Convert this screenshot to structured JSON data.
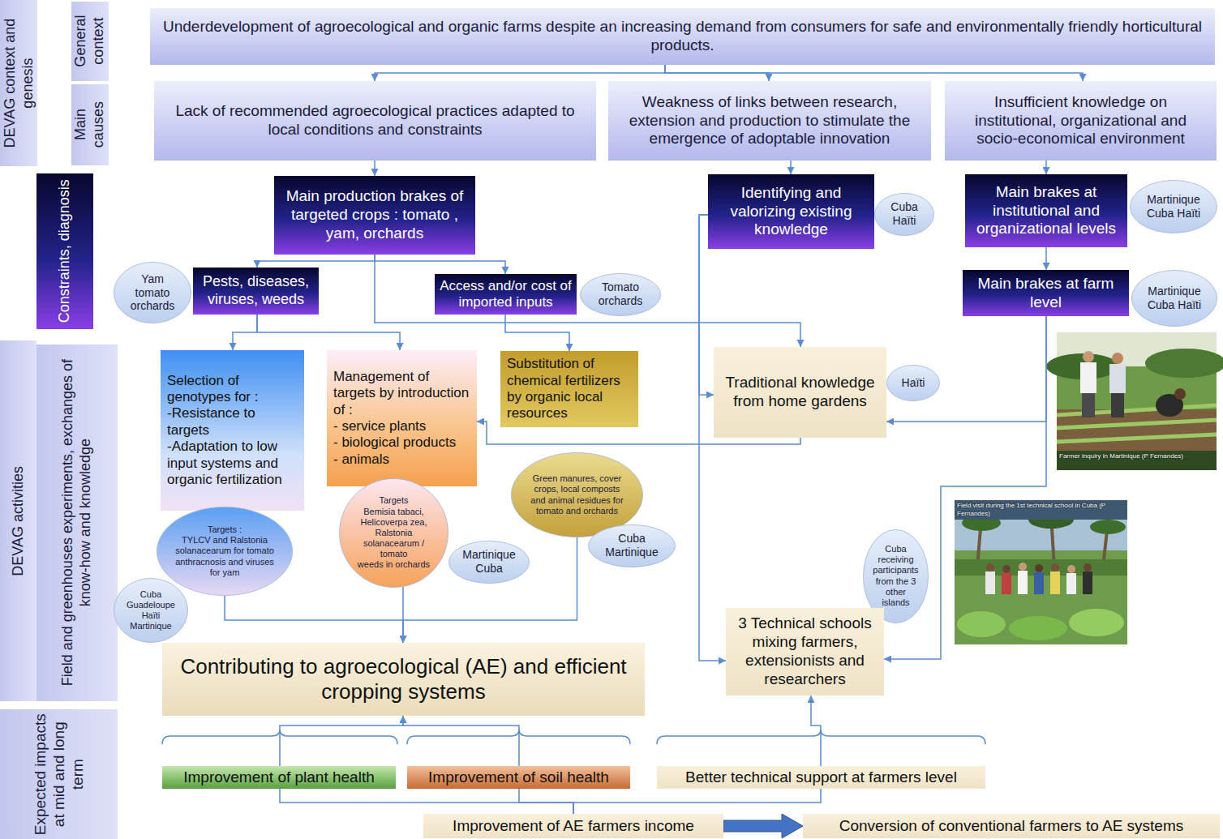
{
  "diagram": {
    "nodes": [
      {
        "text": [
          "DEVAG context and genesis"
        ]
      },
      {
        "text": [
          "General context"
        ]
      },
      {
        "text": [
          "Underdevelopment of agroecological and organic farms despite an increasing demand from consumers for safe and environmentally friendly horticultural products."
        ]
      },
      {
        "text": [
          "Main causes"
        ]
      },
      {
        "text": [
          "Lack of recommended agroecological practices adapted to local conditions and constraints"
        ]
      },
      {
        "text": [
          "Weakness of links between research, extension and production to stimulate the emergence of adoptable innovation"
        ]
      },
      {
        "text": [
          "Insufficient knowledge on institutional, organizational and socio-economical environment"
        ]
      },
      {
        "text": [
          "Constraints, diagnosis"
        ]
      },
      {
        "text": [
          "Main production brakes of targeted crops : tomato , yam, orchards"
        ]
      },
      {
        "text": [
          "Identifying and valorizing existing knowledge"
        ]
      },
      {
        "text": [
          "Cuba Haïti"
        ]
      },
      {
        "text": [
          "Main brakes at institutional and organizational levels"
        ]
      },
      {
        "text": [
          "Martinique Cuba Haïti"
        ]
      },
      {
        "text": [
          "Main brakes at farm level"
        ]
      },
      {
        "text": [
          "Martinique Cuba Haïti"
        ]
      },
      {
        "text": [
          "Yam tomato orchards"
        ]
      },
      {
        "text": [
          "Pests, diseases, viruses, weeds"
        ]
      },
      {
        "text": [
          "Access and/or cost of imported inputs"
        ]
      },
      {
        "text": [
          "Tomato orchards"
        ]
      },
      {
        "text": [
          "DEVAG activities"
        ]
      },
      {
        "text": [
          "Field and greenhouses experiments, exchanges of know-how and knowledge"
        ]
      },
      {
        "text": [
          "Selection of genotypes for :",
          "-Resistance to targets",
          "-Adaptation to low input systems and organic fertilization"
        ]
      },
      {
        "text": [
          "Management of targets by introduction of :",
          "- service plants",
          "- biological products",
          "- animals"
        ]
      },
      {
        "text": [
          "Substitution of chemical fertilizers by organic local resources"
        ]
      },
      {
        "text": [
          "Traditional knowledge from home gardens"
        ]
      },
      {
        "text": [
          "Haïti"
        ]
      },
      {
        "text": [
          "Targets :",
          "TYLCV and Ralstonia solanacearum for tomato anthracnosis and viruses for yam"
        ]
      },
      {
        "text": [
          "Targets",
          "Bemisia tabaci, Helicoverpa zea, Ralstonia solanacearum / tomato",
          "weeds in orchards"
        ]
      },
      {
        "text": [
          "Green manures, cover crops, local composts and animal residues for tomato and orchards"
        ]
      },
      {
        "text": [
          "Cuba Guadeloupe Haïti Martinique"
        ]
      },
      {
        "text": [
          "Martinique Cuba"
        ]
      },
      {
        "text": [
          "Cuba Martinique"
        ]
      },
      {
        "text": [
          "Cuba receiving participants from the 3 other islands"
        ]
      },
      {
        "text": [
          "Contributing to agroecological (AE) and efficient cropping systems"
        ]
      },
      {
        "text": [
          "3 Technical schools mixing farmers, extensionists and researchers"
        ]
      },
      {
        "text": [
          "Expected impacts at mid and long term"
        ]
      },
      {
        "text": [
          "Improvement of plant health"
        ]
      },
      {
        "text": [
          "Improvement of soil health"
        ]
      },
      {
        "text": [
          "Better technical support at farmers level"
        ]
      },
      {
        "text": [
          "Improvement of AE farmers income"
        ]
      },
      {
        "text": [
          "Conversion of conventional farmers to AE systems"
        ]
      }
    ],
    "edges": [
      {
        "from": 2,
        "to": 4,
        "arrow": "to"
      },
      {
        "from": 2,
        "to": 5,
        "arrow": "to"
      },
      {
        "from": 2,
        "to": 6,
        "arrow": "to"
      },
      {
        "from": 4,
        "to": 8,
        "arrow": "to"
      },
      {
        "from": 5,
        "to": 9,
        "arrow": "to"
      },
      {
        "from": 6,
        "to": 11,
        "arrow": "to"
      },
      {
        "from": 11,
        "to": 13,
        "arrow": "to"
      },
      {
        "from": 8,
        "to": 16,
        "arrow": "to"
      },
      {
        "from": 8,
        "to": 17,
        "arrow": "to"
      },
      {
        "from": 8,
        "to": 24,
        "arrow": "to"
      },
      {
        "from": 16,
        "to": 21,
        "arrow": "to"
      },
      {
        "from": 16,
        "to": 22,
        "arrow": "to"
      },
      {
        "from": 17,
        "to": 23,
        "arrow": "to"
      },
      {
        "from": 9,
        "to": 24,
        "arrow": "to"
      },
      {
        "from": 9,
        "to": 34,
        "arrow": "to"
      },
      {
        "from": 13,
        "to": 24,
        "arrow": "to"
      },
      {
        "from": 13,
        "to": 34,
        "arrow": "to"
      },
      {
        "from": 24,
        "to": 22,
        "arrow": "to"
      },
      {
        "from": 26,
        "to": 33,
        "arrow": "to"
      },
      {
        "from": 27,
        "to": 33,
        "arrow": "to"
      },
      {
        "from": 28,
        "to": 33,
        "arrow": "to"
      },
      {
        "from": 36,
        "to": 33,
        "arrow": "to"
      },
      {
        "from": 37,
        "to": 33,
        "arrow": "to"
      },
      {
        "from": 38,
        "to": 34,
        "arrow": "to"
      },
      {
        "from": 36,
        "to": 39,
        "arrow": "none"
      },
      {
        "from": 37,
        "to": 39,
        "arrow": "none"
      },
      {
        "from": 38,
        "to": 39,
        "arrow": "none"
      },
      {
        "from": 39,
        "to": 40,
        "arrow": "to"
      }
    ],
    "labels": [
      "Farmer inquiry in Martinique (P Fernandes)",
      "Field visit during the 1st technical school in Cuba (P Fernandes)"
    ]
  }
}
